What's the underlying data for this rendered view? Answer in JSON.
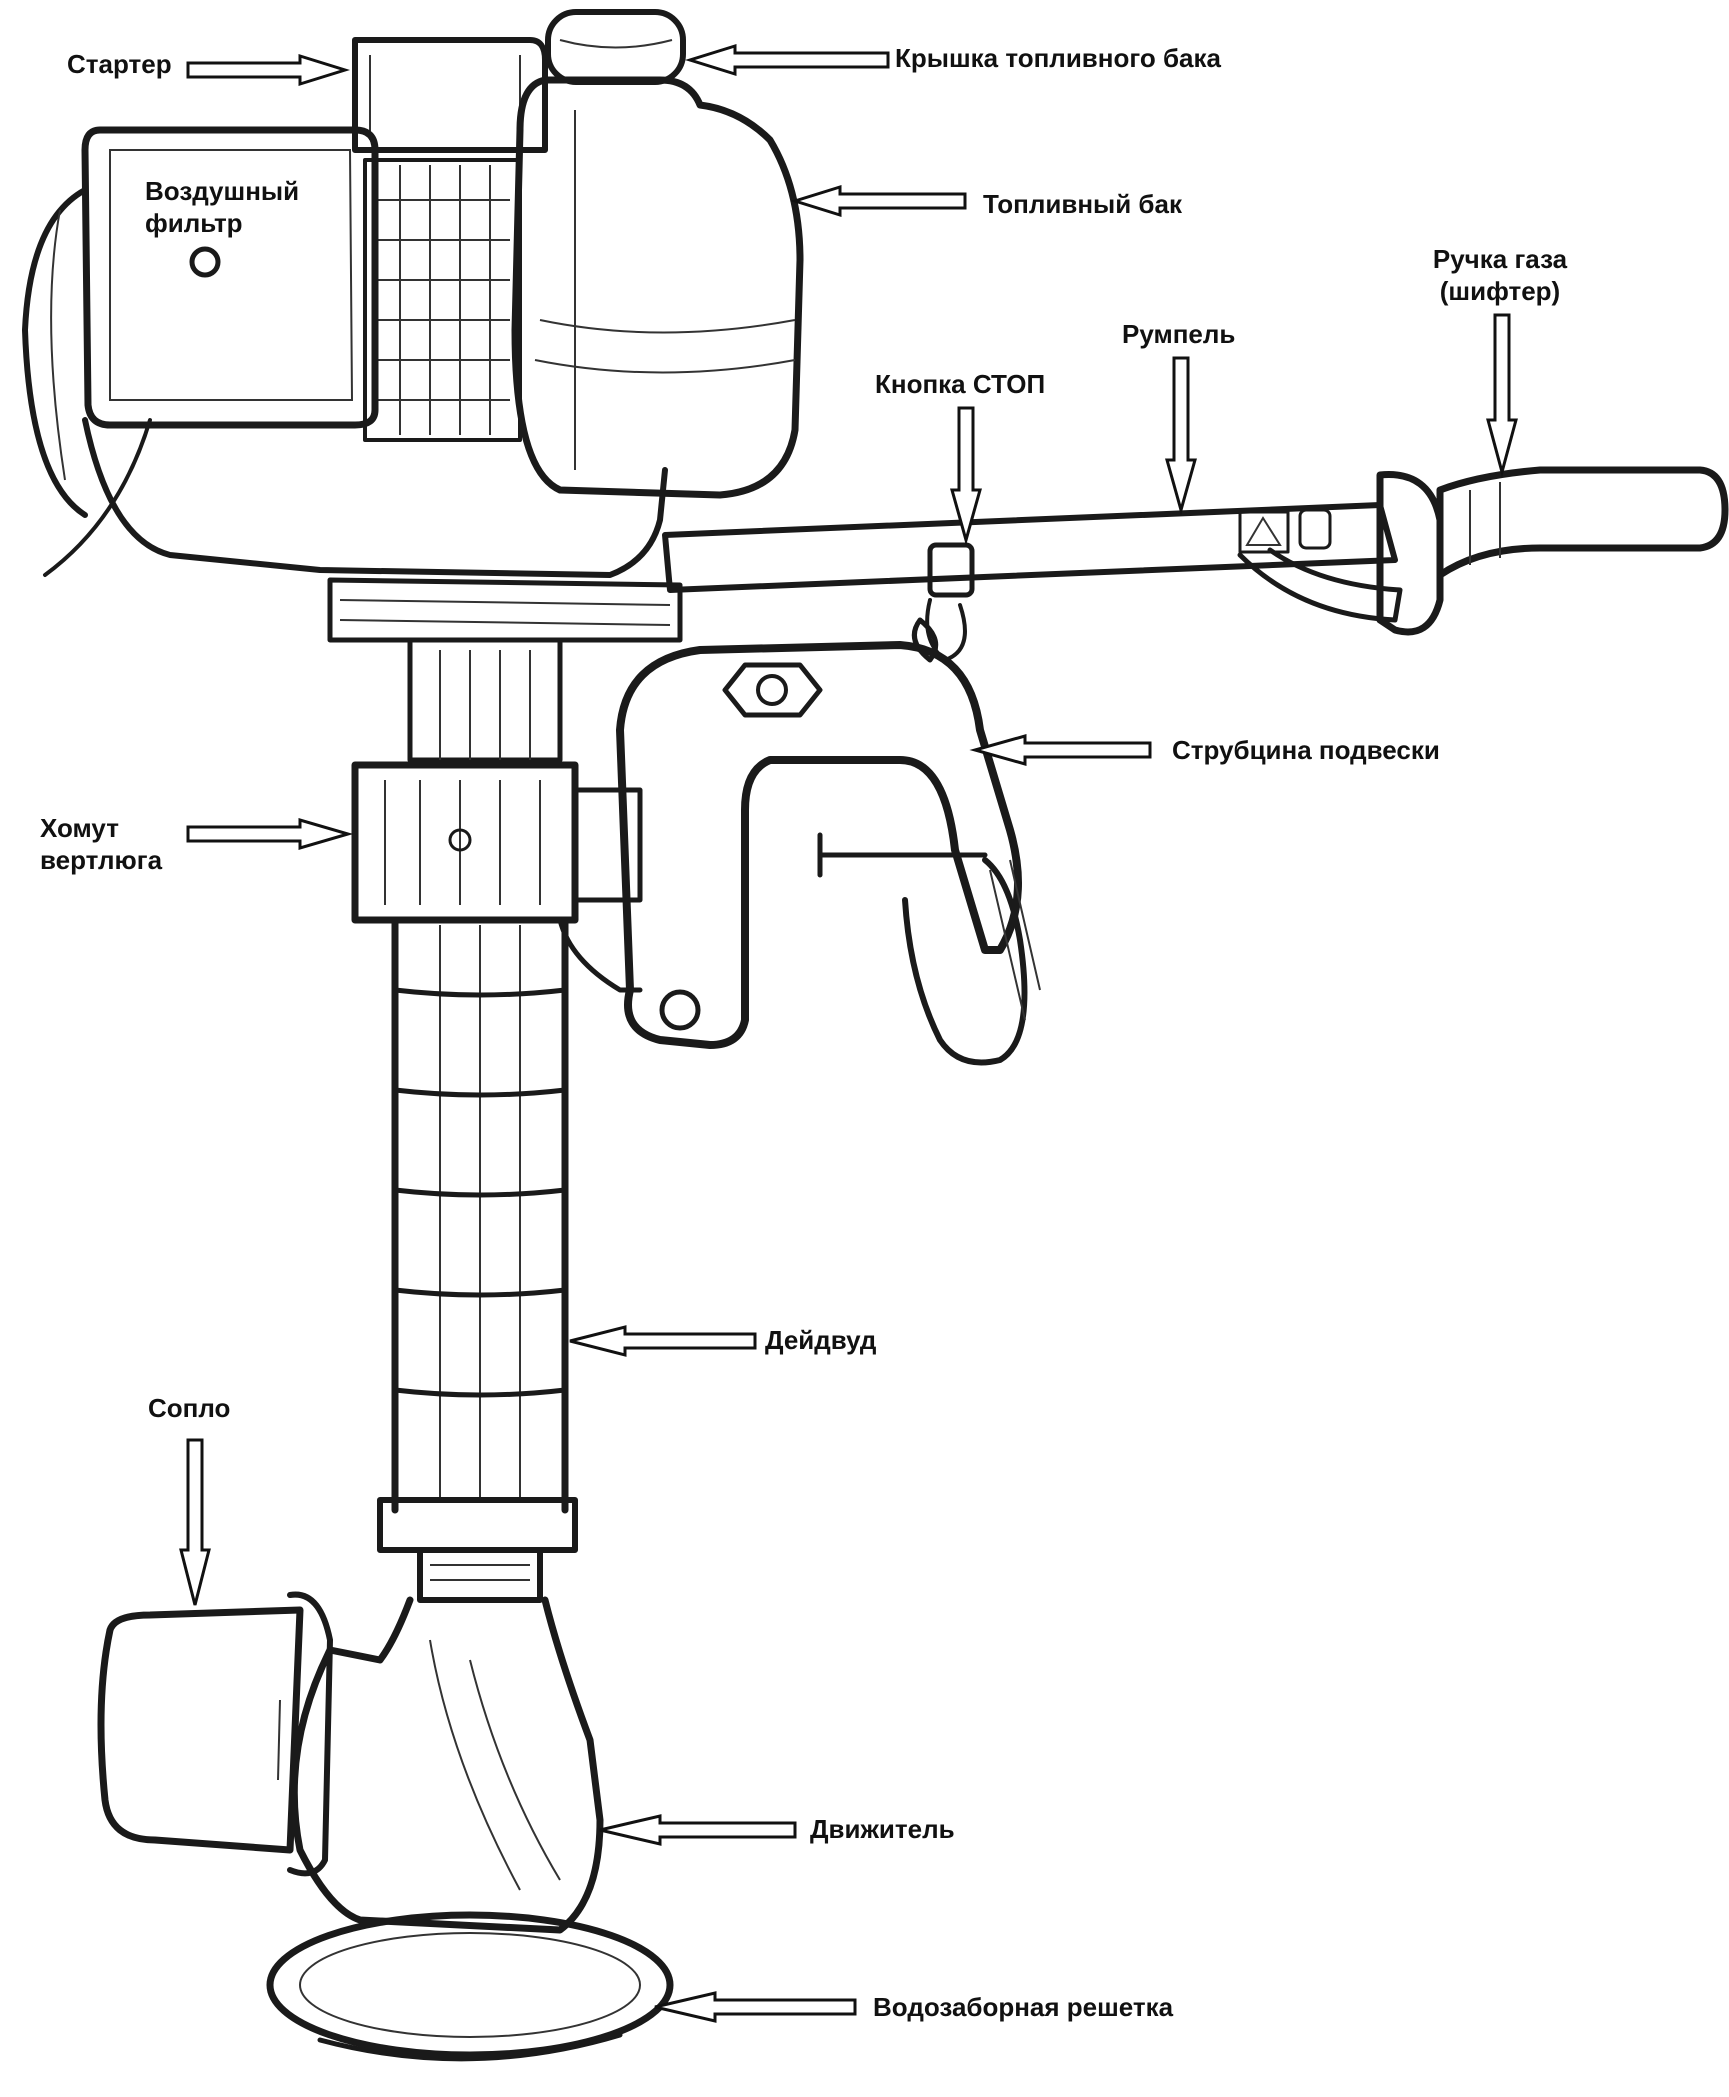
{
  "diagram": {
    "labels": {
      "starter": "Стартер",
      "fuel_cap": "Крышка топливного бака",
      "air_filter_1": "Воздушный",
      "air_filter_2": "фильтр",
      "fuel_tank": "Топливный бак",
      "throttle_1": "Ручка газа",
      "throttle_2": "(шифтер)",
      "tiller": "Румпель",
      "stop_button": "Кнопка СТОП",
      "clamp": "Струбцина подвески",
      "swivel_1": "Хомут",
      "swivel_2": "вертлюга",
      "shaft": "Дейдвуд",
      "nozzle": "Сопло",
      "propulsor": "Движитель",
      "intake_grate": "Водозаборная решетка"
    }
  }
}
